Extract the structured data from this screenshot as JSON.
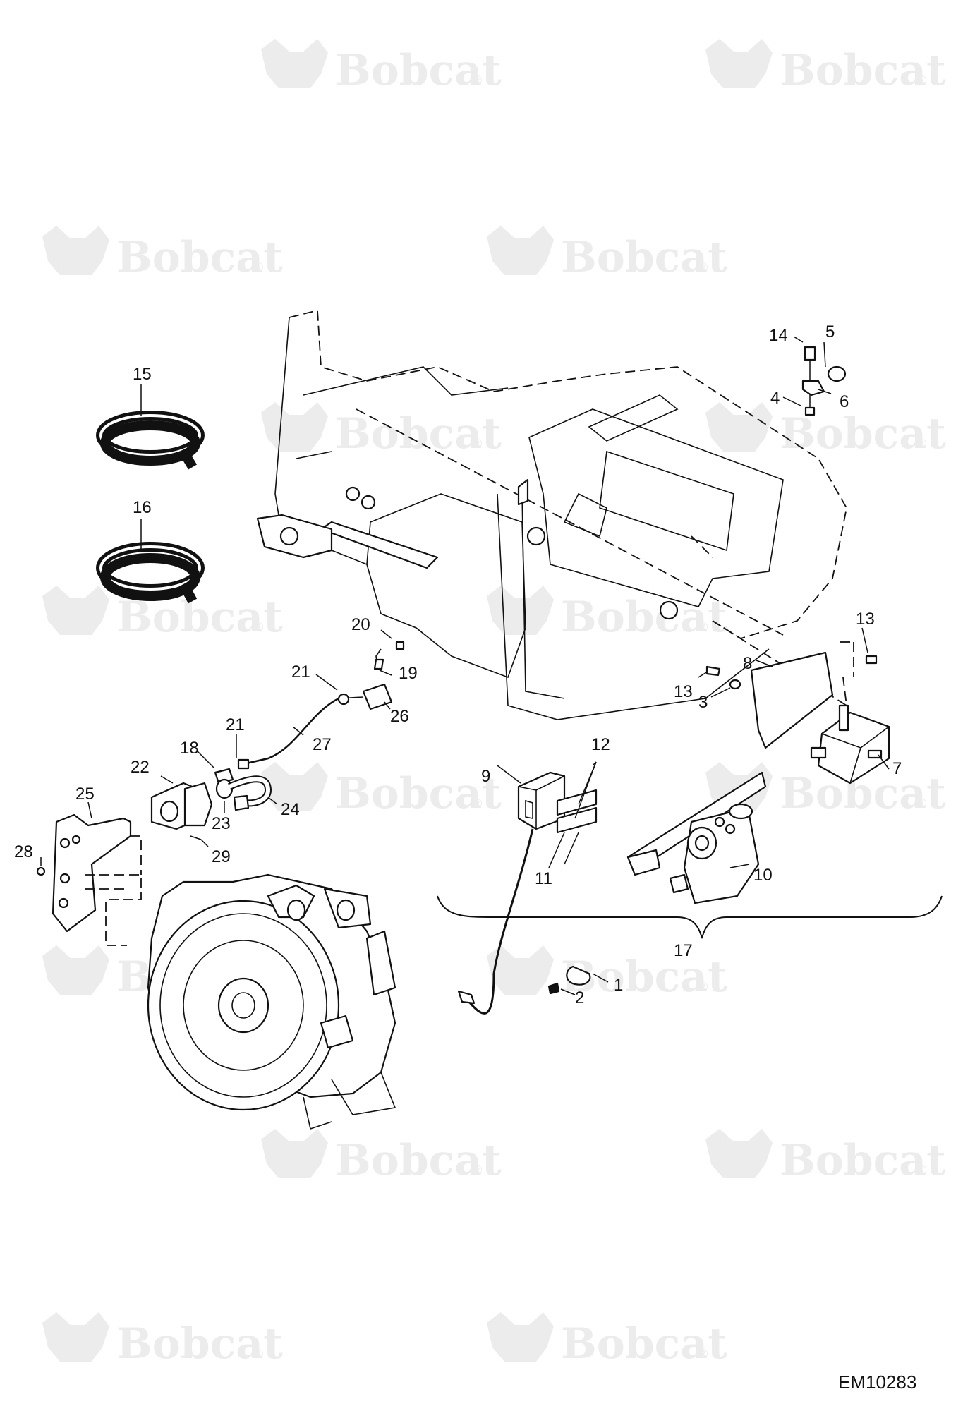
{
  "watermark": {
    "brand": "Bobcat",
    "registered": "®"
  },
  "reference_code": "EM10283",
  "callouts": [
    {
      "id": "c1",
      "label": "1"
    },
    {
      "id": "c2",
      "label": "2"
    },
    {
      "id": "c3",
      "label": "3"
    },
    {
      "id": "c4",
      "label": "4"
    },
    {
      "id": "c5",
      "label": "5"
    },
    {
      "id": "c6",
      "label": "6"
    },
    {
      "id": "c7",
      "label": "7"
    },
    {
      "id": "c8",
      "label": "8"
    },
    {
      "id": "c9",
      "label": "9"
    },
    {
      "id": "c10",
      "label": "10"
    },
    {
      "id": "c11",
      "label": "11"
    },
    {
      "id": "c12",
      "label": "12"
    },
    {
      "id": "c13a",
      "label": "13"
    },
    {
      "id": "c13b",
      "label": "13"
    },
    {
      "id": "c14",
      "label": "14"
    },
    {
      "id": "c15",
      "label": "15"
    },
    {
      "id": "c16",
      "label": "16"
    },
    {
      "id": "c17",
      "label": "17"
    },
    {
      "id": "c18",
      "label": "18"
    },
    {
      "id": "c19",
      "label": "19"
    },
    {
      "id": "c20",
      "label": "20"
    },
    {
      "id": "c21a",
      "label": "21"
    },
    {
      "id": "c21b",
      "label": "21"
    },
    {
      "id": "c22",
      "label": "22"
    },
    {
      "id": "c23",
      "label": "23"
    },
    {
      "id": "c24",
      "label": "24"
    },
    {
      "id": "c25",
      "label": "25"
    },
    {
      "id": "c26",
      "label": "26"
    },
    {
      "id": "c27",
      "label": "27"
    },
    {
      "id": "c28",
      "label": "28"
    },
    {
      "id": "c29",
      "label": "29"
    }
  ]
}
